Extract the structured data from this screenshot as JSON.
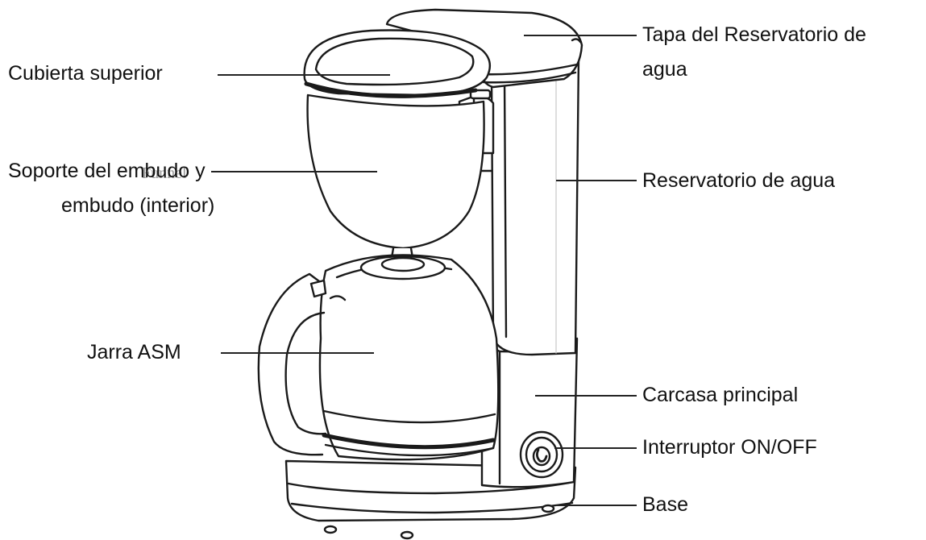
{
  "labels": {
    "top_cover": "Cubierta superior",
    "funnel_holder_line1": "Soporte del embudo y",
    "funnel_holder_line2": "embudo (interior)",
    "carafe": "Jarra ASM",
    "reservoir_lid_line1": "Tapa del Reservatorio de",
    "reservoir_lid_line2": "agua",
    "reservoir": "Reservatorio de agua",
    "main_housing": "Carcasa principal",
    "switch": "Interruptor ON/OFF",
    "base": "Base"
  },
  "watermark": "Funnel",
  "colors": {
    "ink": "#111111",
    "leader_line": "#222222",
    "outline": "#1a1a1a",
    "fill": "#ffffff"
  }
}
